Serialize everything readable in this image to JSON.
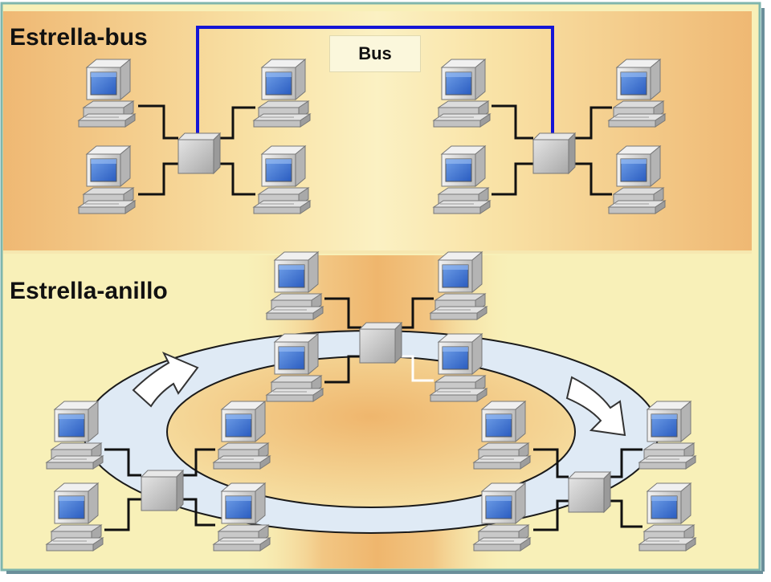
{
  "diagram": {
    "sections": {
      "star_bus": {
        "title": "Estrella-bus"
      },
      "star_ring": {
        "title": "Estrella-anillo"
      }
    },
    "bus_label": "Bus",
    "colors": {
      "bus_line": "#1515d6",
      "cable": "#111111",
      "hub": "#c8c8c8",
      "ring": "#dfeaf5",
      "panel_bg": "#f8f0b8",
      "panel_top_bg": "#f1c27e",
      "screen": "#4a7fd8"
    },
    "icons": [
      "computer-icon",
      "hub-icon",
      "ring-arrow-icon"
    ]
  }
}
